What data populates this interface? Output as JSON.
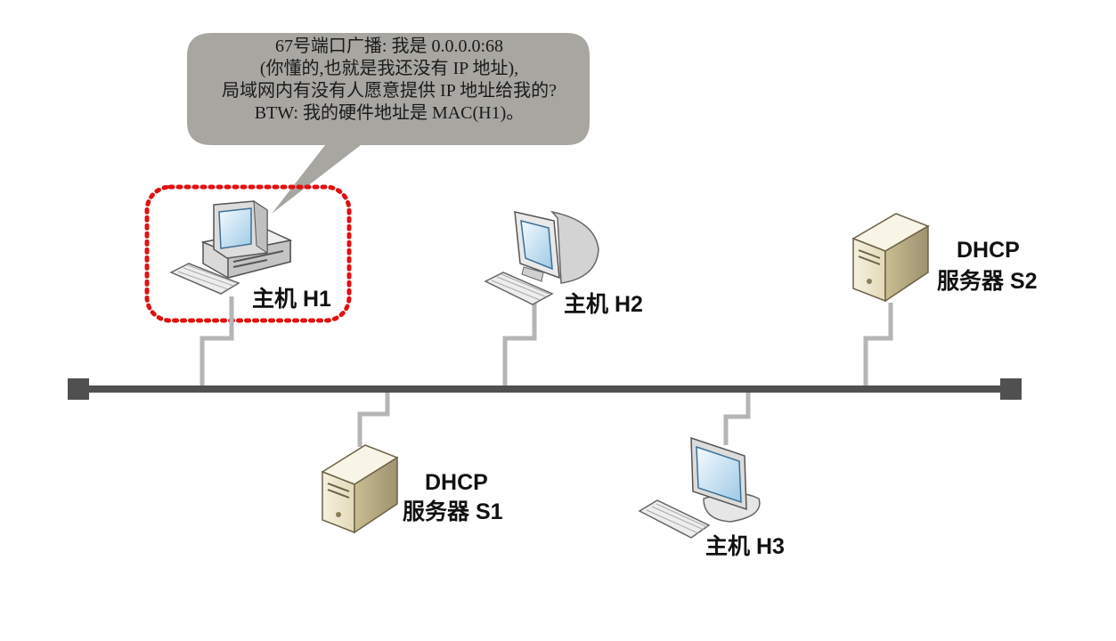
{
  "bubble": {
    "lines": [
      "67号端口广播: 我是 0.0.0.0:68",
      "(你懂的,也就是我还没有 IP 地址),",
      "局域网内有没有人愿意提供 IP 地址给我的?",
      "BTW: 我的硬件地址是 MAC(H1)。"
    ]
  },
  "nodes": {
    "h1": {
      "label": "主机 H1"
    },
    "h2": {
      "label": "主机 H2"
    },
    "h3": {
      "label": "主机 H3"
    },
    "s1": {
      "line1": "DHCP",
      "line2": "服务器 S1"
    },
    "s2": {
      "line1": "DHCP",
      "line2": "服务器 S2"
    }
  },
  "colors": {
    "bus": "#505050",
    "drop": "#b5b5b5",
    "bubble": "#a7a6a1",
    "highlight": "#e01010",
    "screen": "#cfe7f5",
    "server_body": "#e9e1c6"
  }
}
